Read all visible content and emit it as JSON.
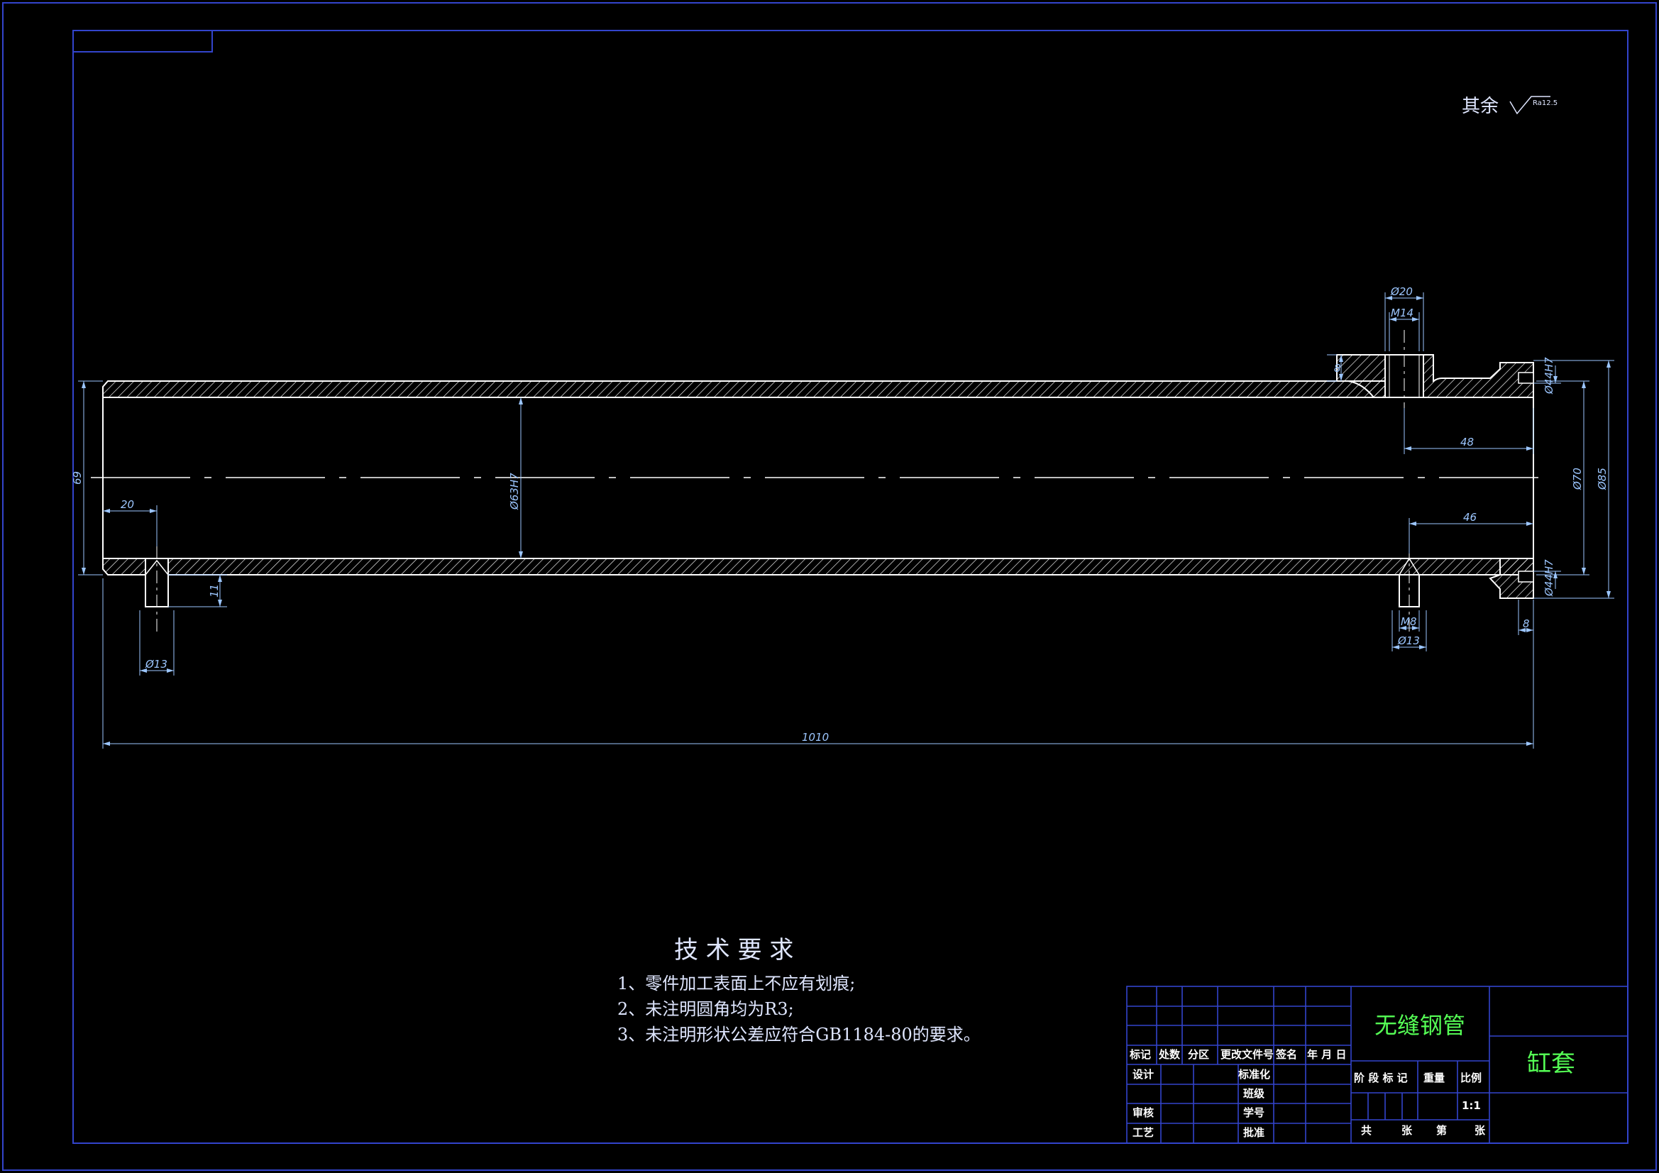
{
  "surface_note": {
    "label": "其余",
    "symbol_text": "Ra12.5"
  },
  "dimensions": {
    "d20": "Ø20",
    "m14": "M14",
    "small8_top": "8",
    "d44h7_top": "Ø44H7",
    "len48": "48",
    "d70": "Ø70",
    "d85": "Ø85",
    "len46": "46",
    "d44h7_bottom": "Ø44H7",
    "m8": "M8",
    "d13_right": "Ø13",
    "small8_bottom": "8",
    "len69": "69",
    "len20": "20",
    "bore": "Ø63H7",
    "len11": "11",
    "d13_left": "Ø13",
    "len1010": "1010"
  },
  "tech_req": {
    "title": "技 术 要 求",
    "items": [
      "1、零件加工表面上不应有划痕;",
      "2、未注明圆角均为R3;",
      "3、未注明形状公差应符合GB1184-80的要求。"
    ]
  },
  "title_block": {
    "material": "无缝钢管",
    "part_name": "缸套",
    "header_labels": [
      "标记",
      "处数",
      "分区",
      "更改文件号",
      "签名",
      "年 月 日"
    ],
    "row_design": "设计",
    "row_standard": "标准化",
    "row_class": "班级",
    "row_review": "审核",
    "row_student_id": "学号",
    "row_process": "工艺",
    "row_approve": "批准",
    "stage_label": "阶 段 标 记",
    "weight_label": "重量",
    "scale_label": "比例",
    "scale_value": "1:1",
    "sheet_total": "共",
    "sheet_unit1": "张",
    "sheet_no": "第",
    "sheet_unit2": "张"
  },
  "colors": {
    "frame": "#3344cc",
    "outline": "#ffffff",
    "dimension": "#9cc6ff",
    "table": "#3344cc",
    "table_text_green": "#55ff55"
  }
}
